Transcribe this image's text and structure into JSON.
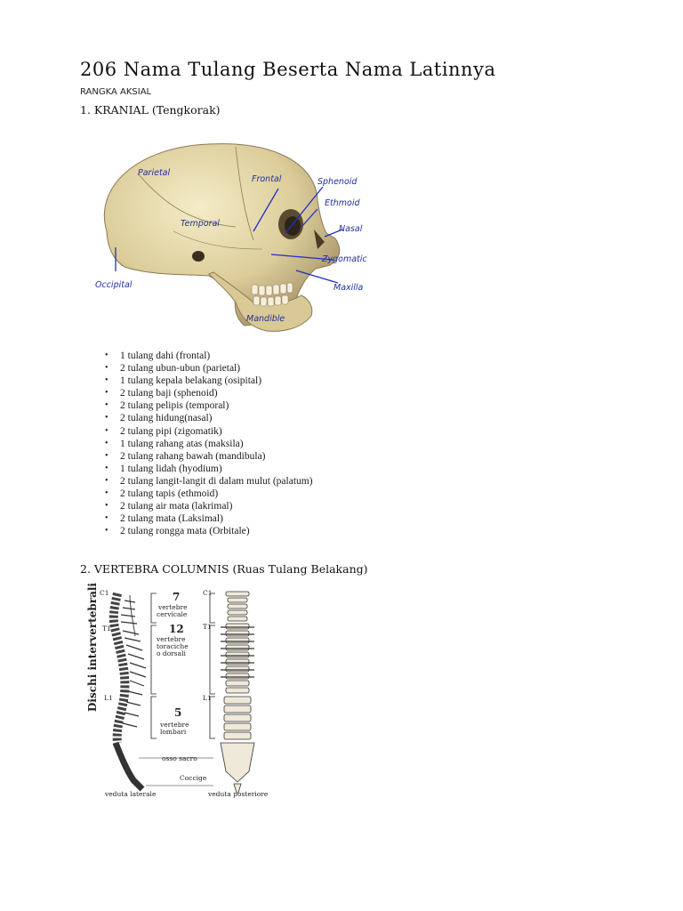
{
  "title": "206 Nama Tulang Beserta Nama Latinnya",
  "subheading": "RANGKA AKSIAL",
  "section1": {
    "heading": "1. KRANIAL (Tengkorak)",
    "figure_labels": {
      "parietal": "Parietal",
      "frontal": "Frontal",
      "sphenoid": "Sphenoid",
      "ethmoid": "Ethmoid",
      "temporal": "Temporal",
      "nasal": "Nasal",
      "zygomatic": "Zygomatic",
      "occipital": "Occipital",
      "maxilla": "Maxilla",
      "mandible": "Mandible"
    },
    "items": [
      "1 tulang dahi (frontal)",
      "2 tulang ubun-ubun (parietal)",
      "1 tulang kepala belakang (osipital)",
      "2 tulang baji (sphenoid)",
      "2 tulang pelipis (temporal)",
      "2 tulang hidung(nasal)",
      "2 tulang pipi (zigomatik)",
      "1 tulang rahang atas (maksila)",
      "2 tulang rahang bawah (mandibula)",
      "1 tulang lidah (hyodium)",
      "2 tulang langit-langit di dalam mulut (palatum)",
      "2 tulang tapis (ethmoid)",
      "2 tulang air mata (lakrimal)",
      "2 tulang mata (Laksimal)",
      "2 tulang rongga mata (Orbitale)"
    ]
  },
  "section2": {
    "heading": "2. VERTEBRA COLUMNIS (Ruas Tulang Belakang)",
    "figure_labels": {
      "side_label": "Dischi intervertebrali",
      "c1": "C1",
      "t1": "T1",
      "l1": "L1",
      "cervical_count": "7",
      "cervical_name_1": "vertebre",
      "cervical_name_2": "cervicale",
      "thoracic_count": "12",
      "thoracic_name_1": "vertebre",
      "thoracic_name_2": "toraciche",
      "thoracic_name_3": "o dorsali",
      "lumbar_count": "5",
      "lumbar_name_1": "vertebre",
      "lumbar_name_2": "lombari",
      "sacrum": "osso sacro",
      "coccyx": "Coccige",
      "lateral_view": "veduta laterale",
      "posterior_view": "veduta posteriore"
    }
  }
}
